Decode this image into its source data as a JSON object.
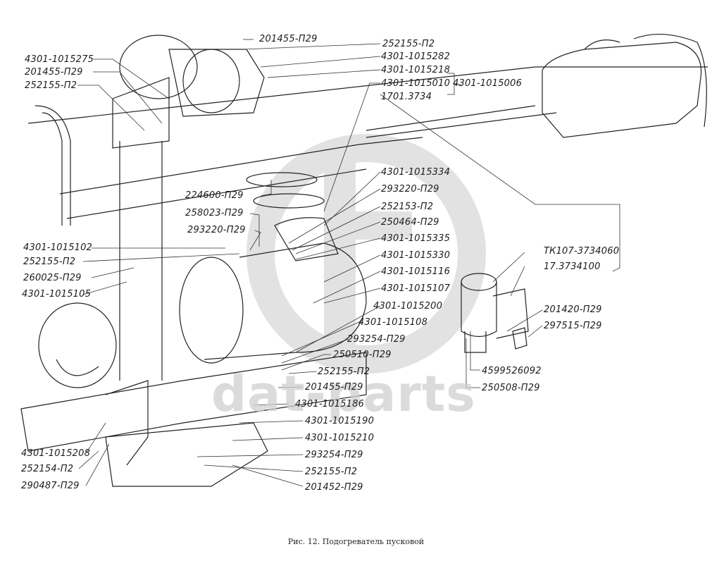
{
  "figure": {
    "caption": "Рис. 12. Подогреватель пусковой",
    "watermark": "dat-parts"
  },
  "labels": {
    "top_left": [
      "4301-1015275",
      "201455-П29",
      "252155-П2"
    ],
    "top_center": [
      "201455-П29",
      "252155-П2",
      "4301-1015282"
    ],
    "top_group": [
      "4301-1015218",
      "4301-1015010",
      "1701.3734"
    ],
    "top_group_assembly": "4301-1015006",
    "mid_left_upper": [
      "224600-П29",
      "258023-П29",
      "293220-П29"
    ],
    "mid_right": [
      "4301-1015334",
      "293220-П29",
      "252153-П2",
      "250464-П29",
      "4301-1015335",
      "4301-1015330",
      "4301-1015116",
      "4301-1015107",
      "4301-1015200",
      "4301-1015108",
      "293254-П29",
      "250510-П29",
      "252155-П2",
      "201455-П29",
      "4301-1015186",
      "4301-1015190",
      "4301-1015210",
      "293254-П29",
      "252155-П2",
      "201452-П29"
    ],
    "left_side": [
      "4301-1015102",
      "252155-П2",
      "260025-П29",
      "4301-1015105"
    ],
    "bottom_left": [
      "4301-1015208",
      "252154-П2",
      "290487-П29"
    ],
    "coil_group": [
      "ТК107-3734060",
      "17.3734100"
    ],
    "coil_parts": [
      "201420-П29",
      "297515-П29"
    ],
    "coil_bottom": [
      "4599526092",
      "250508-П29"
    ]
  }
}
